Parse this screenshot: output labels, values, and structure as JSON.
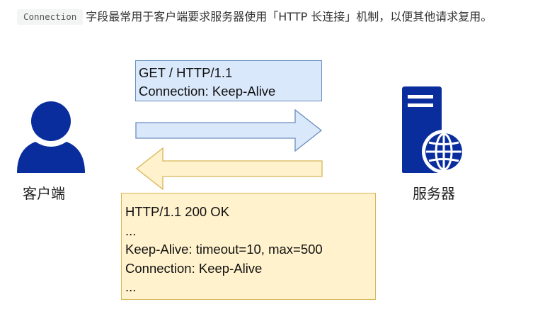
{
  "intro": {
    "code": "Connection",
    "text": "字段最常用于客户端要求服务器使用「HTTP 长连接」机制，以便其他请求复用。"
  },
  "diagram": {
    "client_label": "客户端",
    "server_label": "服务器",
    "request_lines": [
      "GET / HTTP/1.1",
      "Connection: Keep-Alive"
    ],
    "response_lines": [
      "HTTP/1.1 200 OK",
      "...",
      "Keep-Alive: timeout=10, max=500",
      "Connection: Keep-Alive",
      "..."
    ],
    "colors": {
      "icon": "#0a2d9e",
      "request_fill": "#dae8fc",
      "request_stroke": "#6c8ebf",
      "response_fill": "#fff2cc",
      "response_stroke": "#d6b656"
    },
    "icons": {
      "client": "user-icon",
      "server": "server-globe-icon"
    }
  }
}
